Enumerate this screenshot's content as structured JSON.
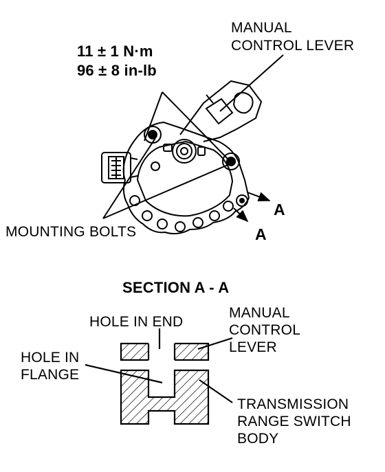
{
  "torque": {
    "metric": "11 ± 1 N·m",
    "imperial": "96 ± 8 in-lb"
  },
  "labels": {
    "manual_control_lever_top": [
      "MANUAL",
      "CONTROL LEVER"
    ],
    "mounting_bolts": "MOUNTING BOLTS",
    "section_arrow_a1": "A",
    "section_arrow_a2": "A",
    "section_title": "SECTION A - A",
    "hole_in_end": "HOLE IN END",
    "manual_control_lever_section": [
      "MANUAL",
      "CONTROL",
      "LEVER"
    ],
    "hole_in_flange": [
      "HOLE IN",
      "FLANGE"
    ],
    "switch_body": [
      "TRANSMISSION",
      "RANGE SWITCH",
      "BODY"
    ]
  }
}
